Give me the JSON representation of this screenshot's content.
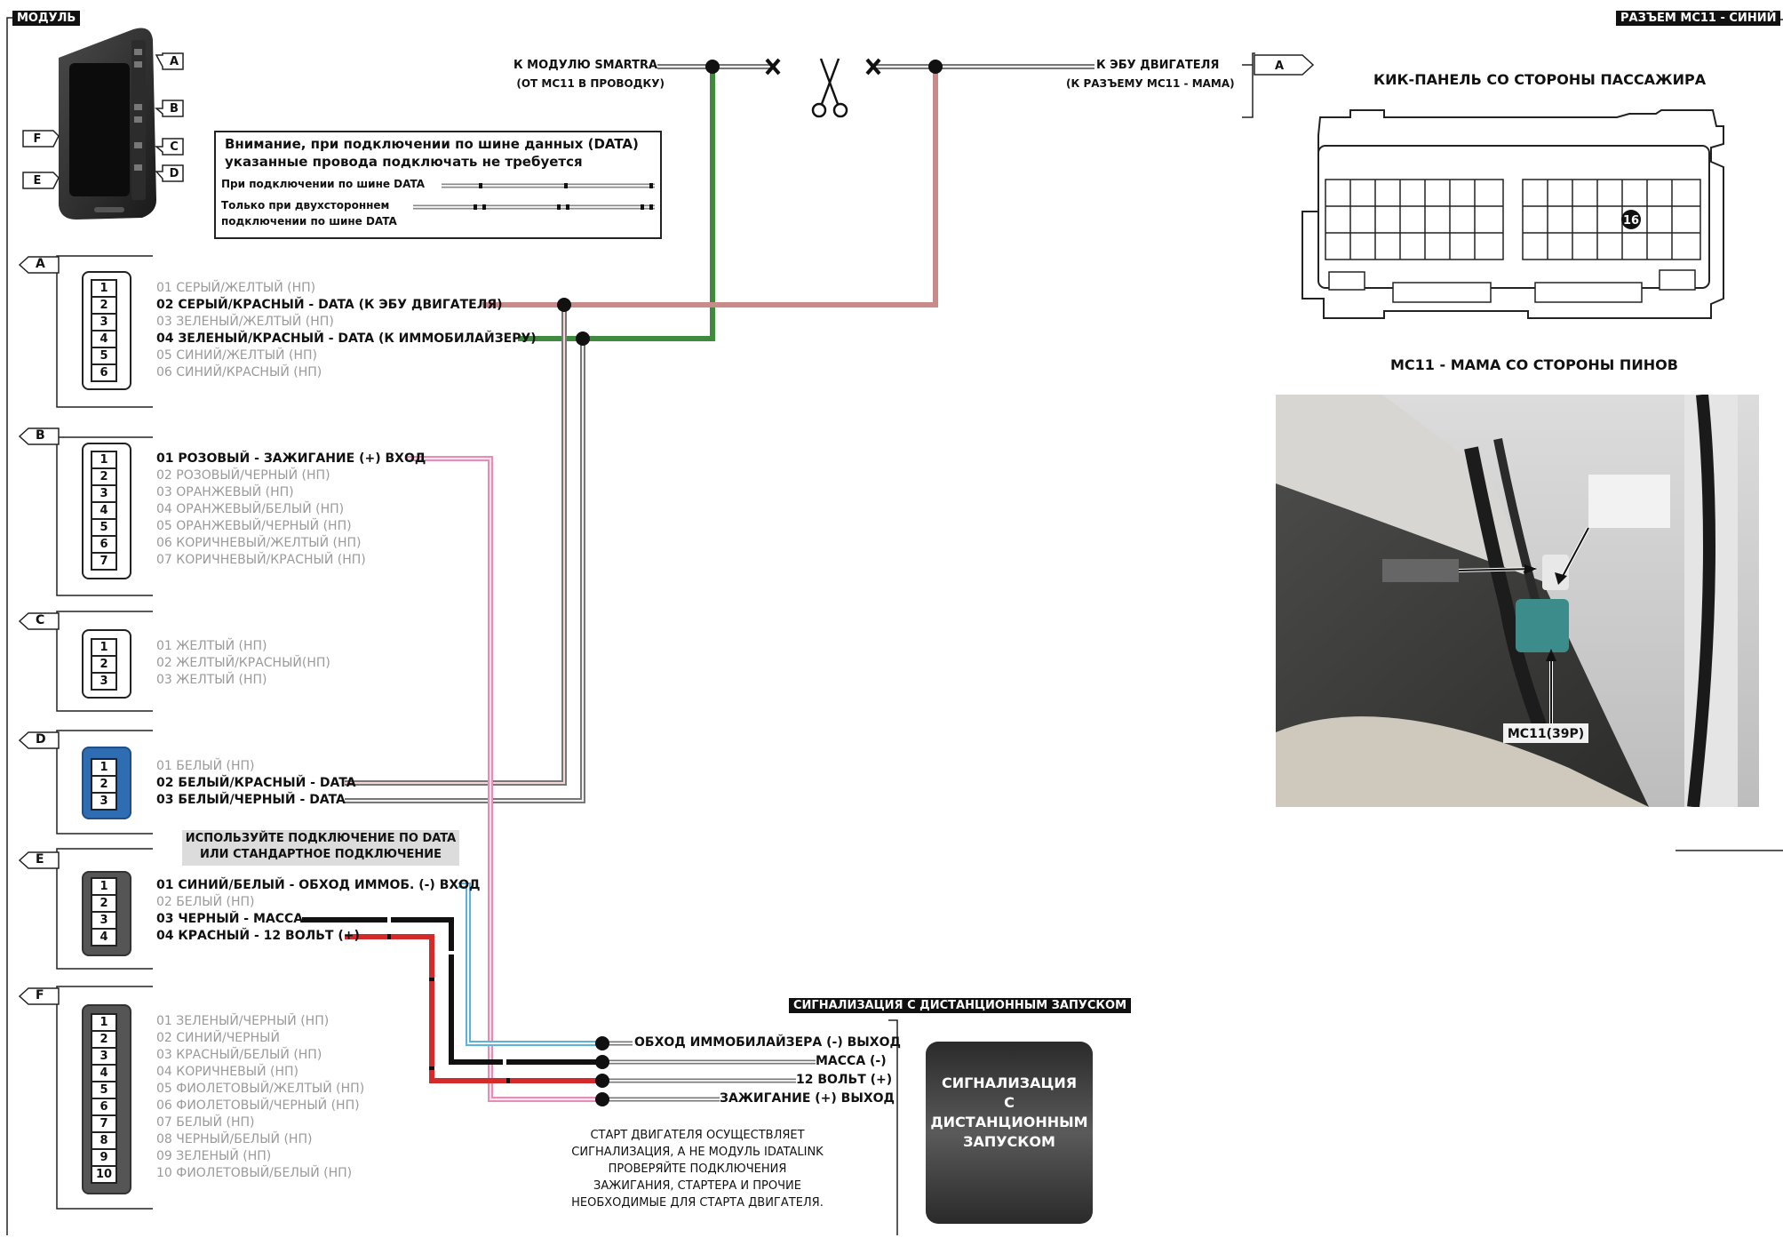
{
  "module_tag": "МОДУЛЬ",
  "connector_tag": "РАЗЪЕМ MC11 - СИНИЙ",
  "module_ports": [
    "A",
    "B",
    "C",
    "D",
    "E",
    "F"
  ],
  "top_left_label": {
    "line1": "К МОДУЛЮ SMARTRA",
    "line2": "(ОТ MC11 В ПРОВОДКУ)"
  },
  "top_right_label": {
    "line1": "К ЭБУ ДВИГАТЕЛЯ",
    "line2": "(К РАЗЪЕМУ MC11 - МАМА)"
  },
  "connector_marker": "A",
  "kick_panel_title": "КИК-ПАНЕЛЬ СО СТОРОНЫ ПАССАЖИРА",
  "pin_marker": "16",
  "female_title": "MC11 - МАМА СО СТОРОНЫ ПИНОВ",
  "photo_label": "MC11(39P)",
  "warning": {
    "line1": "Внимание, при подключении по шине данных (DATA)",
    "line2": "указанные провода подключать не требуется",
    "row1": "При подключении по шине DATA",
    "row2a": "Только при двухстороннем",
    "row2b": "подключении по шине DATA"
  },
  "connectors": [
    {
      "letter": "A",
      "pins": [
        {
          "n": "1",
          "label": "01 СЕРЫЙ/ЖЕЛТЫЙ (НП)",
          "active": false
        },
        {
          "n": "2",
          "label": "02 СЕРЫЙ/КРАСНЫЙ - DATA (К ЭБУ ДВИГАТЕЛЯ)",
          "active": true
        },
        {
          "n": "3",
          "label": "03 ЗЕЛЕНЫЙ/ЖЕЛТЫЙ (НП)",
          "active": false
        },
        {
          "n": "4",
          "label": "04 ЗЕЛЕНЫЙ/КРАСНЫЙ - DATA (К ИММОБИЛАЙЗЕРУ)",
          "active": true
        },
        {
          "n": "5",
          "label": "05 СИНИЙ/ЖЕЛТЫЙ (НП)",
          "active": false
        },
        {
          "n": "6",
          "label": "06 СИНИЙ/КРАСНЫЙ (НП)",
          "active": false
        }
      ]
    },
    {
      "letter": "B",
      "pins": [
        {
          "n": "1",
          "label": "01 РОЗОВЫЙ - ЗАЖИГАНИЕ (+) ВХОД",
          "active": true
        },
        {
          "n": "2",
          "label": "02 РОЗОВЫЙ/ЧЕРНЫЙ (НП)",
          "active": false
        },
        {
          "n": "3",
          "label": "03 ОРАНЖЕВЫЙ (НП)",
          "active": false
        },
        {
          "n": "4",
          "label": "04 ОРАНЖЕВЫЙ/БЕЛЫЙ (НП)",
          "active": false
        },
        {
          "n": "5",
          "label": "05 ОРАНЖЕВЫЙ/ЧЕРНЫЙ (НП)",
          "active": false
        },
        {
          "n": "6",
          "label": "06 КОРИЧНЕВЫЙ/ЖЕЛТЫЙ (НП)",
          "active": false
        },
        {
          "n": "7",
          "label": "07 КОРИЧНЕВЫЙ/КРАСНЫЙ (НП)",
          "active": false
        }
      ]
    },
    {
      "letter": "C",
      "pins": [
        {
          "n": "1",
          "label": "01 ЖЕЛТЫЙ (НП)",
          "active": false
        },
        {
          "n": "2",
          "label": "02 ЖЕЛТЫЙ/КРАСНЫЙ(НП)",
          "active": false
        },
        {
          "n": "3",
          "label": "03 ЖЕЛТЫЙ (НП)",
          "active": false
        }
      ]
    },
    {
      "letter": "D",
      "pins": [
        {
          "n": "1",
          "label": "01 БЕЛЫЙ (НП)",
          "active": false
        },
        {
          "n": "2",
          "label": "02 БЕЛЫЙ/КРАСНЫЙ - DATA",
          "active": true
        },
        {
          "n": "3",
          "label": "03 БЕЛЫЙ/ЧЕРНЫЙ - DATA",
          "active": true
        }
      ]
    },
    {
      "letter": "E",
      "pins": [
        {
          "n": "1",
          "label": "01 СИНИЙ/БЕЛЫЙ - ОБХОД ИММОБ. (-) ВХОД",
          "active": true
        },
        {
          "n": "2",
          "label": "02 БЕЛЫЙ (НП)",
          "active": false
        },
        {
          "n": "3",
          "label": "03 ЧЕРНЫЙ - МАССА",
          "active": true
        },
        {
          "n": "4",
          "label": "04 КРАСНЫЙ - 12 ВОЛЬТ (+)",
          "active": true
        }
      ]
    },
    {
      "letter": "F",
      "pins": [
        {
          "n": "1",
          "label": "01 ЗЕЛЕНЫЙ/ЧЕРНЫЙ (НП)",
          "active": false
        },
        {
          "n": "2",
          "label": "02 СИНИЙ/ЧЕРНЫЙ",
          "active": false
        },
        {
          "n": "3",
          "label": "03 КРАСНЫЙ/БЕЛЫЙ (НП)",
          "active": false
        },
        {
          "n": "4",
          "label": "04 КОРИЧНЕВЫЙ (НП)",
          "active": false
        },
        {
          "n": "5",
          "label": "05 ФИОЛЕТОВЫЙ/ЖЕЛТЫЙ (НП)",
          "active": false
        },
        {
          "n": "6",
          "label": "06 ФИОЛЕТОВЫЙ/ЧЕРНЫЙ (НП)",
          "active": false
        },
        {
          "n": "7",
          "label": "07 БЕЛЫЙ (НП)",
          "active": false
        },
        {
          "n": "8",
          "label": "08 ЧЕРНЫЙ/БЕЛЫЙ (НП)",
          "active": false
        },
        {
          "n": "9",
          "label": "09 ЗЕЛЕНЫЙ (НП)",
          "active": false
        },
        {
          "n": "10",
          "label": "10 ФИОЛЕТОВЫЙ/БЕЛЫЙ (НП)",
          "active": false
        }
      ]
    }
  ],
  "data_or_standard": {
    "line1": "ИСПОЛЬЗУЙТЕ ПОДКЛЮЧЕНИЕ ПО DATA",
    "line2": "ИЛИ СТАНДАРТНОЕ ПОДКЛЮЧЕНИЕ"
  },
  "alarm_tag": "СИГНАЛИЗАЦИЯ С ДИСТАНЦИОННЫМ ЗАПУСКОМ",
  "alarm_outputs": [
    "ОБХОД ИММОБИЛАЙЗЕРА (-) ВЫХОД",
    "МАССА (-)",
    "12 ВОЛЬТ (+)",
    "ЗАЖИГАНИЕ (+) ВЫХОД"
  ],
  "alarm_box": {
    "l1": "СИГНАЛИЗАЦИЯ",
    "l2": "С",
    "l3": "ДИСТАНЦИОННЫМ",
    "l4": "ЗАПУСКОМ"
  },
  "start_note": {
    "l1": "СТАРТ ДВИГАТЕЛЯ ОСУЩЕСТВЛЯЕТ",
    "l2": "СИГНАЛИЗАЦИЯ, А НЕ МОДУЛЬ IDATALINK",
    "l3": "ПРОВЕРЯЙТЕ ПОДКЛЮЧЕНИЯ",
    "l4": "ЗАЖИГАНИЯ, СТАРТЕРА И ПРОЧИЕ",
    "l5": "НЕОБХОДИМЫЕ ДЛЯ СТАРТА ДВИГАТЕЛЯ."
  },
  "colors": {
    "green": "#3f8a3f",
    "grey_red": "#c98a8a",
    "pink": "#e58fb8",
    "blue": "#5ab4de",
    "black": "#111111",
    "red": "#d42a2a",
    "connector_blue": "#2f6db3"
  }
}
